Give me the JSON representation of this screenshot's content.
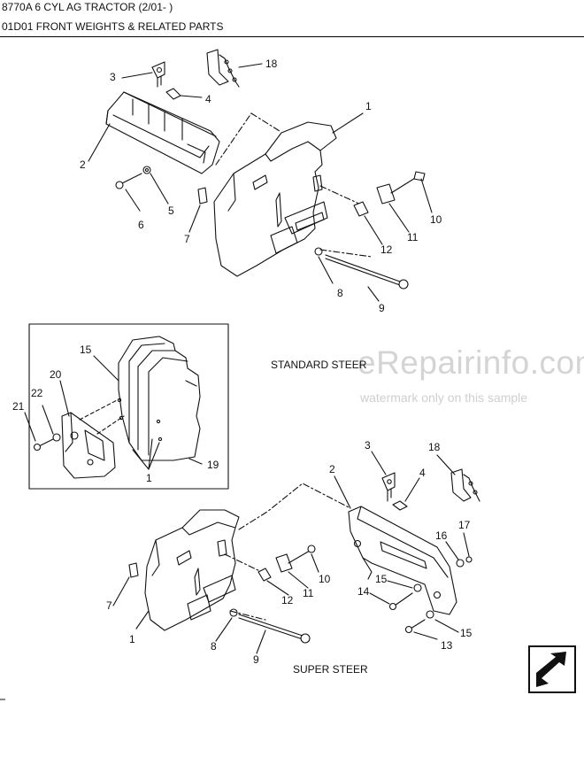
{
  "header": {
    "model": "8770A 6 CYL AG TRACTOR (2/01- )",
    "section": "01D01 FRONT WEIGHTS & RELATED PARTS"
  },
  "captions": {
    "standard": "STANDARD STEER",
    "super": "SUPER STEER"
  },
  "watermark": {
    "brand": "eRepairinfo.com",
    "note": "watermark only on this sample"
  },
  "callouts": {
    "top": [
      "1",
      "2",
      "3",
      "4",
      "5",
      "6",
      "7",
      "8",
      "9",
      "10",
      "11",
      "12",
      "18"
    ],
    "inset": [
      "15",
      "20",
      "22",
      "21",
      "19",
      "1"
    ],
    "bottom": [
      "3",
      "18",
      "2",
      "4",
      "17",
      "16",
      "15",
      "14",
      "15",
      "13",
      "1",
      "7",
      "8",
      "9",
      "10",
      "11",
      "12"
    ]
  },
  "icons": [
    "next-page-arrow-icon"
  ]
}
